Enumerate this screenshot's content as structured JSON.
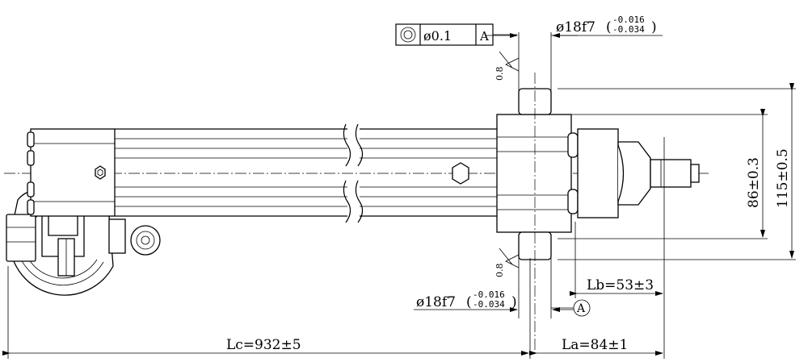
{
  "dims": {
    "lc": "Lc=932±5",
    "la": "La=84±1",
    "lb": "Lb=53±3",
    "h86": "86±0.3",
    "h115": "115±0.5",
    "shaft_top_prefix": "ø18f7",
    "shaft_top_upper": "-0.016",
    "shaft_top_lower": "-0.034",
    "shaft_bottom_prefix": "ø18f7",
    "shaft_bottom_upper": "-0.016",
    "shaft_bottom_lower": "-0.034"
  },
  "tolerance_frame": {
    "symbol": "concentricity-icon",
    "value": "ø0.1",
    "datum": "A"
  },
  "datum_marker": "A",
  "surface_finish": {
    "top": "0.8",
    "bottom": "0.8"
  }
}
